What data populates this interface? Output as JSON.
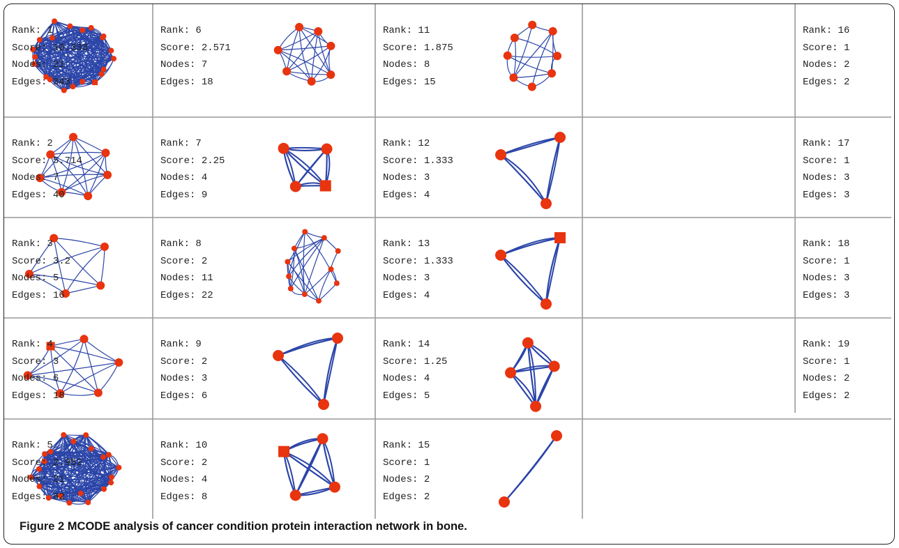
{
  "figure": {
    "label": "Figure 2",
    "caption": "MCODE analysis of cancer condition protein interaction network in bone."
  },
  "field_labels": {
    "rank": "Rank: ",
    "score": "Score: ",
    "nodes": "Nodes: ",
    "edges": "Edges: "
  },
  "colors": {
    "node": "#e8340f",
    "edge": "#2b45a8",
    "rule": "#999999"
  },
  "clusters": [
    {
      "rank": "1",
      "score": "16.333",
      "nodes": "21",
      "edges": "343"
    },
    {
      "rank": "2",
      "score": "5.714",
      "nodes": "7",
      "edges": "40"
    },
    {
      "rank": "3",
      "score": "3.2",
      "nodes": "5",
      "edges": "16"
    },
    {
      "rank": "4",
      "score": "3",
      "nodes": "6",
      "edges": "18"
    },
    {
      "rank": "5",
      "score": "2.952",
      "nodes": "21",
      "edges": "62"
    },
    {
      "rank": "6",
      "score": "2.571",
      "nodes": "7",
      "edges": "18"
    },
    {
      "rank": "7",
      "score": "2.25",
      "nodes": "4",
      "edges": "9"
    },
    {
      "rank": "8",
      "score": "2",
      "nodes": "11",
      "edges": "22"
    },
    {
      "rank": "9",
      "score": "2",
      "nodes": "3",
      "edges": "6"
    },
    {
      "rank": "10",
      "score": "2",
      "nodes": "4",
      "edges": "8"
    },
    {
      "rank": "11",
      "score": "1.875",
      "nodes": "8",
      "edges": "15"
    },
    {
      "rank": "12",
      "score": "1.333",
      "nodes": "3",
      "edges": "4"
    },
    {
      "rank": "13",
      "score": "1.333",
      "nodes": "3",
      "edges": "4"
    },
    {
      "rank": "14",
      "score": "1.25",
      "nodes": "4",
      "edges": "5"
    },
    {
      "rank": "15",
      "score": "1",
      "nodes": "2",
      "edges": "2"
    },
    {
      "rank": "16",
      "score": "1",
      "nodes": "2",
      "edges": "2"
    },
    {
      "rank": "17",
      "score": "1",
      "nodes": "3",
      "edges": "3"
    },
    {
      "rank": "18",
      "score": "1",
      "nodes": "3",
      "edges": "3"
    },
    {
      "rank": "19",
      "score": "1",
      "nodes": "2",
      "edges": "2"
    }
  ]
}
